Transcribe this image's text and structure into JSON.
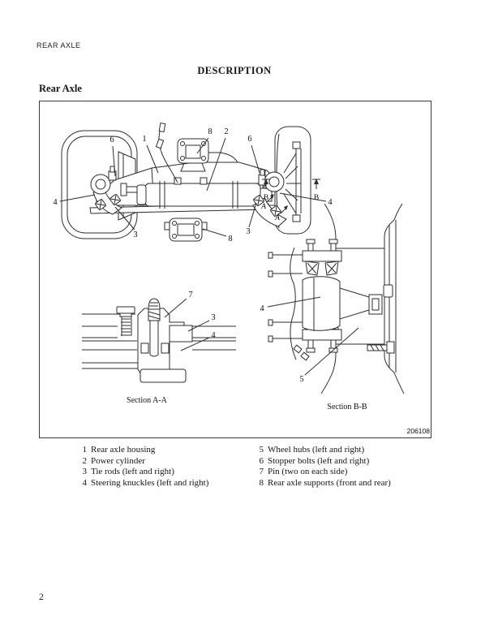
{
  "page": {
    "header": "REAR AXLE",
    "section_title": "DESCRIPTION",
    "subsection_title": "Rear Axle",
    "page_number": "2"
  },
  "figure": {
    "number": "206108",
    "section_a_label": "Section A-A",
    "section_b_label": "Section B-B",
    "callouts": {
      "main": {
        "c6_left": "6",
        "c1": "1",
        "c8_top": "8",
        "c2": "2",
        "c6_right": "6",
        "c4_left": "4",
        "c3_left": "3",
        "c8_bottom": "8",
        "c3_right": "3",
        "c4_right": "4",
        "b_left": "B",
        "b_right": "B",
        "a_upper": "A",
        "a_lower": "A"
      },
      "section_a": {
        "c7": "7",
        "c3": "3",
        "c4": "4"
      },
      "section_b": {
        "c4": "4",
        "c5": "5"
      }
    }
  },
  "parts_list": {
    "left": [
      {
        "num": "1",
        "label": "Rear axle housing"
      },
      {
        "num": "2",
        "label": "Power cylinder"
      },
      {
        "num": "3",
        "label": "Tie rods (left and right)"
      },
      {
        "num": "4",
        "label": "Steering knuckles (left and right)"
      }
    ],
    "right": [
      {
        "num": "5",
        "label": "Wheel hubs (left and right)"
      },
      {
        "num": "6",
        "label": "Stopper bolts (left and right)"
      },
      {
        "num": "7",
        "label": "Pin (two on each side)"
      },
      {
        "num": "8",
        "label": "Rear axle supports (front and rear)"
      }
    ]
  }
}
